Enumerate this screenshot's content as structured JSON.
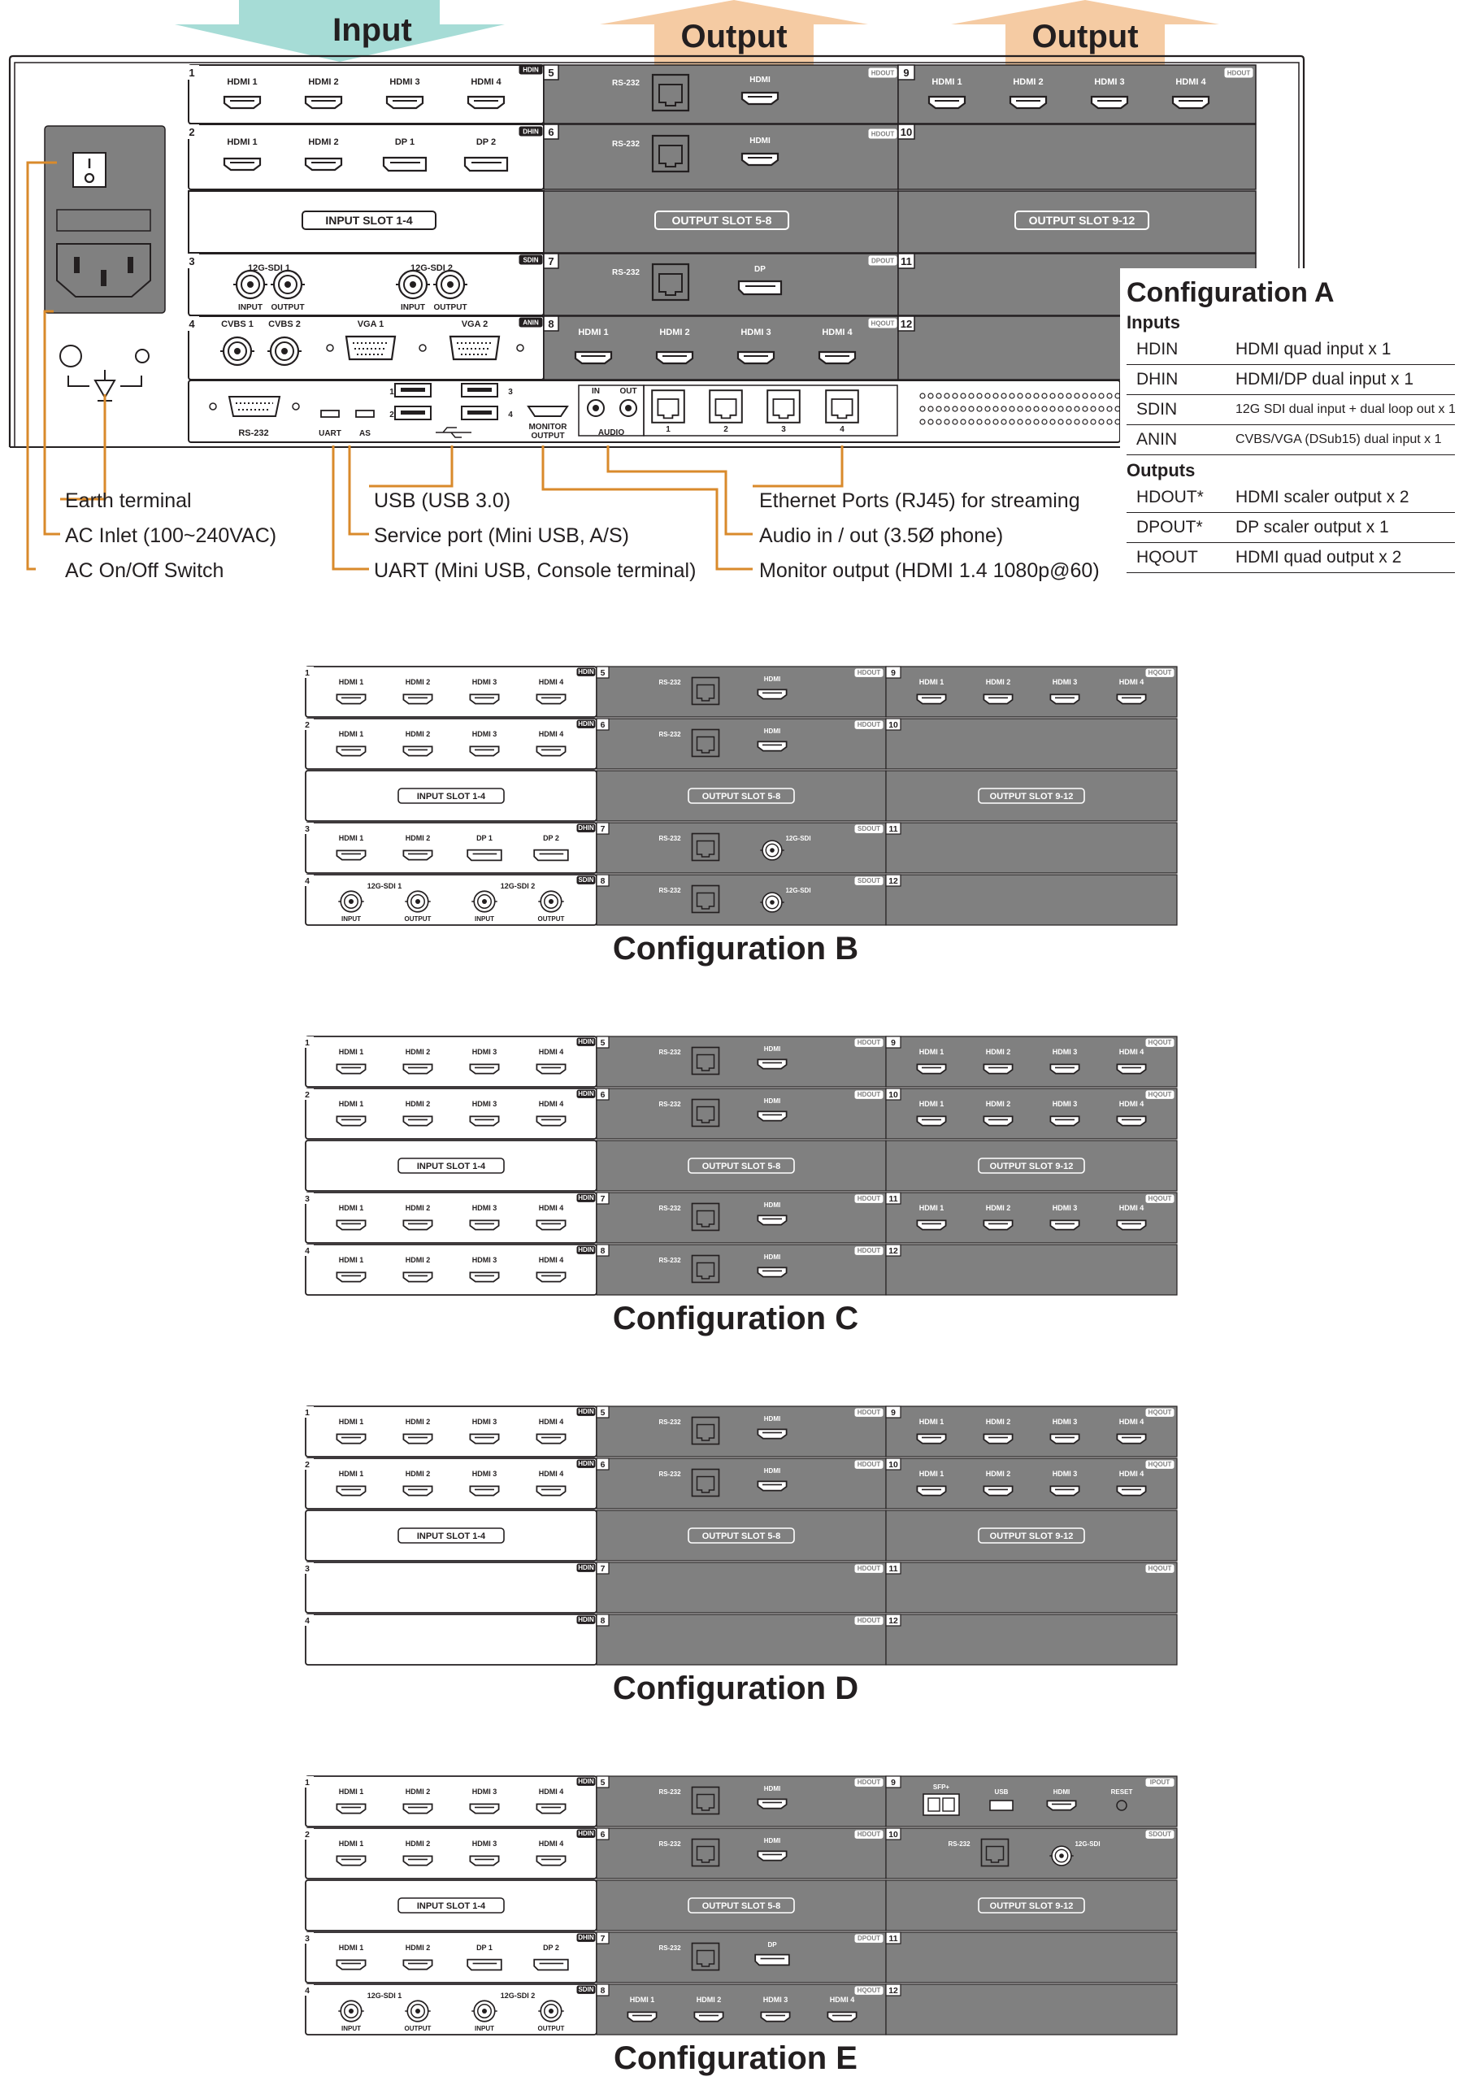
{
  "banners": {
    "input": "Input",
    "output_1": "Output",
    "output_2": "Output"
  },
  "colors": {
    "callout": "#d98a2b",
    "gray_panel": "#808080",
    "banner_input": "#a6dcd6",
    "banner_output": "#f5cba3"
  },
  "main_panel": {
    "slot_numbers": [
      "1",
      "2",
      "3",
      "4",
      "5",
      "6",
      "7",
      "8",
      "9",
      "10",
      "11",
      "12"
    ],
    "slot_tags": [
      "HDIN",
      "DHIN",
      "SDIN",
      "ANIN",
      "HDOUT",
      "HDOUT",
      "DPOUT",
      "HQOUT",
      "HDOUT"
    ],
    "band_labels": {
      "input": "INPUT SLOT 1-4",
      "output_5_8": "OUTPUT SLOT 5-8",
      "output_9_12": "OUTPUT SLOT 9-12"
    },
    "slot1_ports": [
      "HDMI 1",
      "HDMI 2",
      "HDMI 3",
      "HDMI 4"
    ],
    "slot2_ports": [
      "HDMI 1",
      "HDMI 2",
      "DP 1",
      "DP 2"
    ],
    "slot3_ports": [
      "12G-SDI 1",
      "12G-SDI 2"
    ],
    "slot3_sublabels": [
      "INPUT",
      "OUTPUT",
      "INPUT",
      "OUTPUT"
    ],
    "slot4_ports": [
      "CVBS 1",
      "CVBS 2",
      "VGA 1",
      "VGA 2"
    ],
    "slot5_ports": [
      "RS-232",
      "HDMI"
    ],
    "slot6_ports": [
      "RS-232",
      "HDMI"
    ],
    "slot7_ports": [
      "RS-232",
      "DP"
    ],
    "slot8_ports": [
      "HDMI 1",
      "HDMI 2",
      "HDMI 3",
      "HDMI 4"
    ],
    "slot9_ports": [
      "HDMI 1",
      "HDMI 2",
      "HDMI 3",
      "HDMI 4"
    ],
    "io": {
      "rs232": "RS-232",
      "uart": "UART",
      "as": "AS",
      "usb_nums": [
        "1",
        "2",
        "3",
        "4"
      ],
      "monitor": "MONITOR\nOUTPUT",
      "monitor_1": "MONITOR",
      "monitor_2": "OUTPUT",
      "audio_in": "IN",
      "audio_out": "OUT",
      "audio": "AUDIO",
      "eth_nums": [
        "1",
        "2",
        "3",
        "4"
      ]
    }
  },
  "callouts": {
    "earth": "Earth terminal",
    "ac_inlet": "AC Inlet (100~240VAC)",
    "ac_switch": "AC On/Off Switch",
    "usb": "USB (USB 3.0)",
    "service": "Service port (Mini USB, A/S)",
    "uart": "UART (Mini USB, Console terminal)",
    "ethernet": "Ethernet Ports (RJ45) for streaming",
    "audio": "Audio in / out (3.5Ø phone)",
    "monitor": "Monitor output (HDMI 1.4 1080p@60)"
  },
  "legend": {
    "title": "Configuration A",
    "inputs_heading": "Inputs",
    "inputs": [
      {
        "code": "HDIN",
        "desc": "HDMI quad input  x  1"
      },
      {
        "code": "DHIN",
        "desc": "HDMI/DP dual input  x  1"
      },
      {
        "code": "SDIN",
        "desc": "12G SDI dual input + dual loop out  x  1"
      },
      {
        "code": "ANIN",
        "desc": "CVBS/VGA (DSub15) dual input  x  1"
      }
    ],
    "outputs_heading": "Outputs",
    "outputs": [
      {
        "code": "HDOUT*",
        "desc": "HDMI scaler output  x  2"
      },
      {
        "code": "DPOUT*",
        "desc": "DP scaler output  x  1"
      },
      {
        "code": "HQOUT",
        "desc": "HDMI quad output  x  2"
      }
    ]
  },
  "configs": [
    {
      "title": "Configuration B",
      "rows": [
        {
          "num": "1",
          "in": {
            "type": "hdmi4",
            "tag": "HDIN"
          },
          "o5": {
            "num": "5",
            "type": "rs_hdmi",
            "tag": "HDOUT"
          },
          "o9": {
            "num": "9",
            "type": "hdmi4",
            "tag": "HQOUT"
          }
        },
        {
          "num": "2",
          "in": {
            "type": "hdmi4",
            "tag": "HDIN"
          },
          "o5": {
            "num": "6",
            "type": "rs_hdmi",
            "tag": "HDOUT"
          },
          "o9": {
            "num": "10",
            "type": "empty",
            "tag": ""
          }
        },
        {
          "band": true,
          "in": "INPUT SLOT 1-4",
          "o5": "OUTPUT SLOT 5-8",
          "o9": "OUTPUT SLOT 9-12"
        },
        {
          "num": "3",
          "in": {
            "type": "hdmi_dp",
            "tag": "DHIN"
          },
          "o5": {
            "num": "7",
            "type": "rs_sdi",
            "tag": "SDOUT"
          },
          "o9": {
            "num": "11",
            "type": "empty",
            "tag": ""
          }
        },
        {
          "num": "4",
          "in": {
            "type": "sdi",
            "tag": "SDIN"
          },
          "o5": {
            "num": "8",
            "type": "rs_sdi",
            "tag": "SDOUT"
          },
          "o9": {
            "num": "12",
            "type": "empty",
            "tag": ""
          }
        }
      ]
    },
    {
      "title": "Configuration C",
      "rows": [
        {
          "num": "1",
          "in": {
            "type": "hdmi4",
            "tag": "HDIN"
          },
          "o5": {
            "num": "5",
            "type": "rs_hdmi",
            "tag": "HDOUT"
          },
          "o9": {
            "num": "9",
            "type": "hdmi4",
            "tag": "HQOUT"
          }
        },
        {
          "num": "2",
          "in": {
            "type": "hdmi4",
            "tag": "HDIN"
          },
          "o5": {
            "num": "6",
            "type": "rs_hdmi",
            "tag": "HDOUT"
          },
          "o9": {
            "num": "10",
            "type": "hdmi4",
            "tag": "HQOUT"
          }
        },
        {
          "band": true,
          "in": "INPUT SLOT 1-4",
          "o5": "OUTPUT SLOT 5-8",
          "o9": "OUTPUT SLOT 9-12"
        },
        {
          "num": "3",
          "in": {
            "type": "hdmi4",
            "tag": "HDIN"
          },
          "o5": {
            "num": "7",
            "type": "rs_hdmi",
            "tag": "HDOUT"
          },
          "o9": {
            "num": "11",
            "type": "hdmi4",
            "tag": "HQOUT"
          }
        },
        {
          "num": "4",
          "in": {
            "type": "hdmi4",
            "tag": "HDIN"
          },
          "o5": {
            "num": "8",
            "type": "rs_hdmi",
            "tag": "HDOUT"
          },
          "o9": {
            "num": "12",
            "type": "empty",
            "tag": ""
          }
        }
      ]
    },
    {
      "title": "Configuration D",
      "rows": [
        {
          "num": "1",
          "in": {
            "type": "hdmi4",
            "tag": "HDIN"
          },
          "o5": {
            "num": "5",
            "type": "rs_hdmi",
            "tag": "HDOUT"
          },
          "o9": {
            "num": "9",
            "type": "hdmi4",
            "tag": "HQOUT"
          }
        },
        {
          "num": "2",
          "in": {
            "type": "hdmi4",
            "tag": "HDIN"
          },
          "o5": {
            "num": "6",
            "type": "rs_hdmi",
            "tag": "HDOUT"
          },
          "o9": {
            "num": "10",
            "type": "hdmi4",
            "tag": "HQOUT"
          }
        },
        {
          "band": true,
          "in": "INPUT SLOT 1-4",
          "o5": "OUTPUT SLOT 5-8",
          "o9": "OUTPUT SLOT 9-12"
        },
        {
          "num": "3",
          "in": {
            "type": "empty",
            "tag": "HDIN"
          },
          "o5": {
            "num": "7",
            "type": "empty",
            "tag": "HDOUT"
          },
          "o9": {
            "num": "11",
            "type": "empty",
            "tag": "HQOUT"
          }
        },
        {
          "num": "4",
          "in": {
            "type": "empty",
            "tag": "HDIN"
          },
          "o5": {
            "num": "8",
            "type": "empty",
            "tag": "HDOUT"
          },
          "o9": {
            "num": "12",
            "type": "empty",
            "tag": ""
          }
        }
      ]
    },
    {
      "title": "Configuration E",
      "rows": [
        {
          "num": "1",
          "in": {
            "type": "hdmi4",
            "tag": "HDIN"
          },
          "o5": {
            "num": "5",
            "type": "rs_hdmi",
            "tag": "HDOUT"
          },
          "o9": {
            "num": "9",
            "type": "sfp",
            "tag": "IPOUT"
          }
        },
        {
          "num": "2",
          "in": {
            "type": "hdmi4",
            "tag": "HDIN"
          },
          "o5": {
            "num": "6",
            "type": "rs_hdmi",
            "tag": "HDOUT"
          },
          "o9": {
            "num": "10",
            "type": "rs_sdi",
            "tag": "SDOUT"
          }
        },
        {
          "band": true,
          "in": "INPUT SLOT 1-4",
          "o5": "OUTPUT SLOT 5-8",
          "o9": "OUTPUT SLOT 9-12"
        },
        {
          "num": "3",
          "in": {
            "type": "hdmi_dp",
            "tag": "DHIN"
          },
          "o5": {
            "num": "7",
            "type": "rs_dp",
            "tag": "DPOUT"
          },
          "o9": {
            "num": "11",
            "type": "empty",
            "tag": ""
          }
        },
        {
          "num": "4",
          "in": {
            "type": "sdi",
            "tag": "SDIN"
          },
          "o5": {
            "num": "8",
            "type": "hdmi4",
            "tag": "HQOUT"
          },
          "o9": {
            "num": "12",
            "type": "empty",
            "tag": ""
          }
        }
      ]
    }
  ],
  "port_text": {
    "hdmi": [
      "HDMI 1",
      "HDMI 2",
      "HDMI 3",
      "HDMI 4"
    ],
    "hdmi_dp": [
      "HDMI 1",
      "HDMI 2",
      "DP 1",
      "DP 2"
    ],
    "sdi": [
      "12G-SDI 1",
      "12G-SDI 2"
    ],
    "sdi_sub": [
      "INPUT",
      "OUTPUT",
      "INPUT",
      "OUTPUT"
    ],
    "rs232": "RS-232",
    "hdmi_single": "HDMI",
    "dp_single": "DP",
    "sdi_single": "12G-SDI",
    "sfp": [
      "SFP+",
      "USB",
      "HDMI",
      "RESET"
    ]
  }
}
